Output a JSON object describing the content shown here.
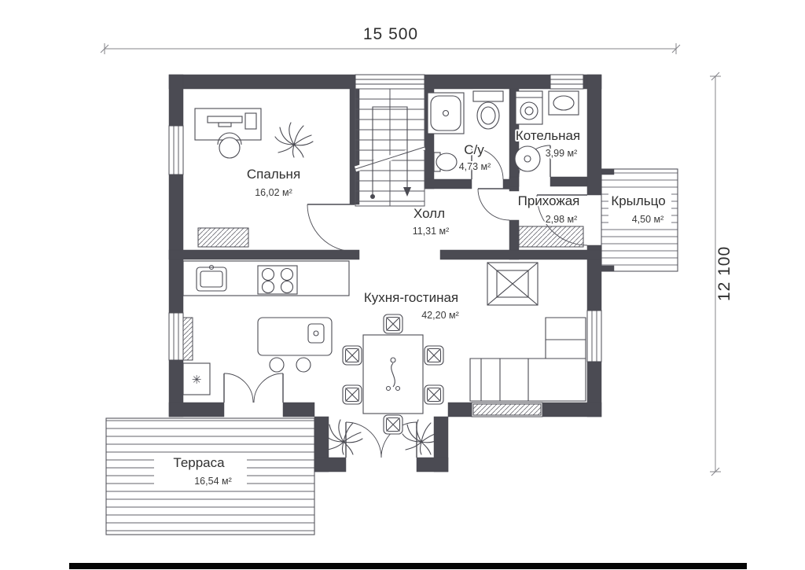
{
  "plan": {
    "dimension_width": "15 500",
    "dimension_height": "12 100",
    "rooms": {
      "bedroom": {
        "name": "Спальня",
        "area": "16,02 м²"
      },
      "bathroom": {
        "name": "С/у",
        "area": "4,73 м²"
      },
      "boiler_room": {
        "name": "Котельная",
        "area": "3,99 м²"
      },
      "hall": {
        "name": "Холл",
        "area": "11,31 м²"
      },
      "entry_hall": {
        "name": "Прихожая",
        "area": "2,98 м²"
      },
      "porch": {
        "name": "Крыльцо",
        "area": "4,50 м²"
      },
      "kitchen_living": {
        "name": "Кухня-гостиная",
        "area": "42,20 м²"
      },
      "terrace": {
        "name": "Терраса",
        "area": "16,54 м²"
      }
    },
    "symbols": {
      "fridge_star": "✳"
    },
    "colors": {
      "wall": "#4b4b53",
      "line": "#4b4b53",
      "dimension": "#85858a",
      "text": "#303030",
      "background": "#ffffff",
      "bottom_bar": "#000000"
    }
  }
}
